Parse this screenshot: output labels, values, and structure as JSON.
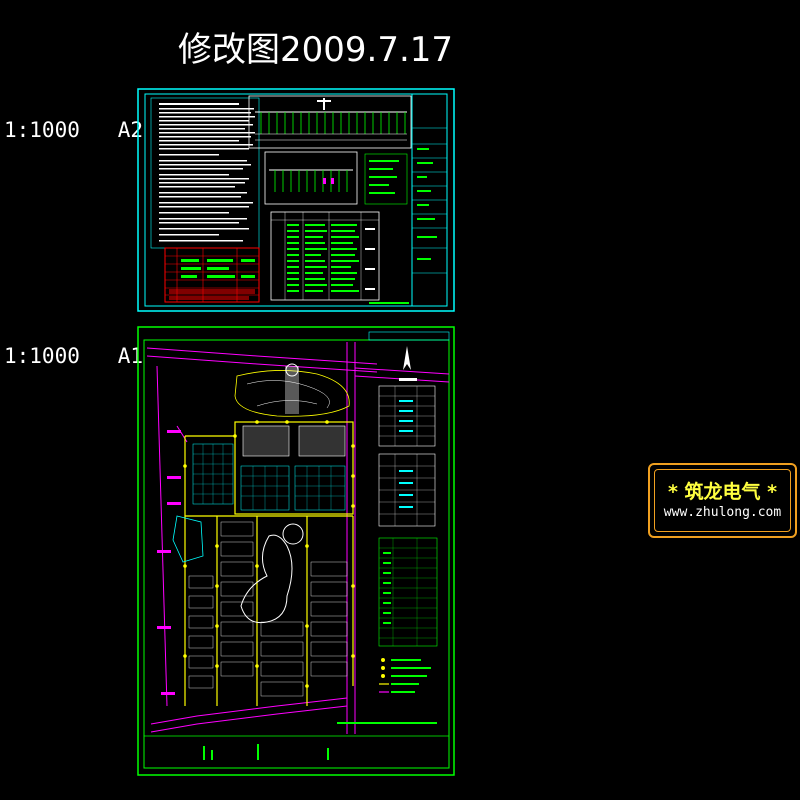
{
  "title": "修改图2009.7.17",
  "sheets": [
    {
      "scale_label": "1:1000   A2"
    },
    {
      "scale_label": "1:1000   A1"
    }
  ],
  "brand": {
    "name": "*  筑龙电气  *",
    "url": "www.zhulong.com"
  },
  "colors": {
    "background": "#000000",
    "frame": "#00ffff",
    "frame_a1": "#00ff00",
    "road": "#ff00ff",
    "accent": "#ffff00",
    "table_red": "#ff0000",
    "brand_border": "#f0a020"
  }
}
